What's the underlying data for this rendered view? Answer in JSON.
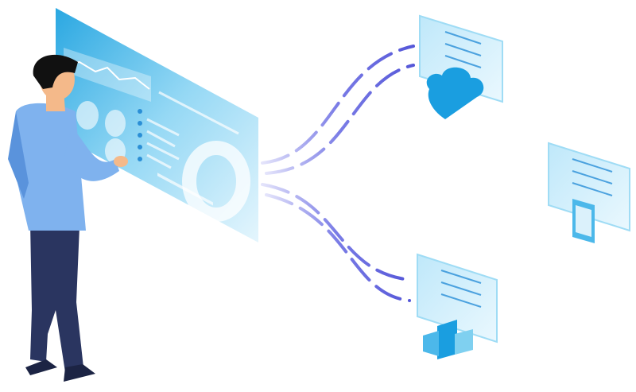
{
  "colors": {
    "panel_light": "#d6f0fb",
    "panel_mid": "#7fd0f0",
    "panel_dark": "#29a9e1",
    "line_purple": "#6b6de0",
    "line_fade": "#c9c9f5",
    "shirt": "#7fb2ee",
    "shirt_shadow": "#5a93dc",
    "pants": "#2a3560",
    "hair": "#111111",
    "skin": "#f4b98a",
    "cloud": "#1a9ee0",
    "building": "#4cb8ea"
  },
  "nodes": [
    {
      "name": "cloud-server",
      "icon": "cloud-icon"
    },
    {
      "name": "mobile-device",
      "icon": "phone-icon"
    },
    {
      "name": "enterprise-buildings",
      "icon": "building-icon"
    }
  ]
}
